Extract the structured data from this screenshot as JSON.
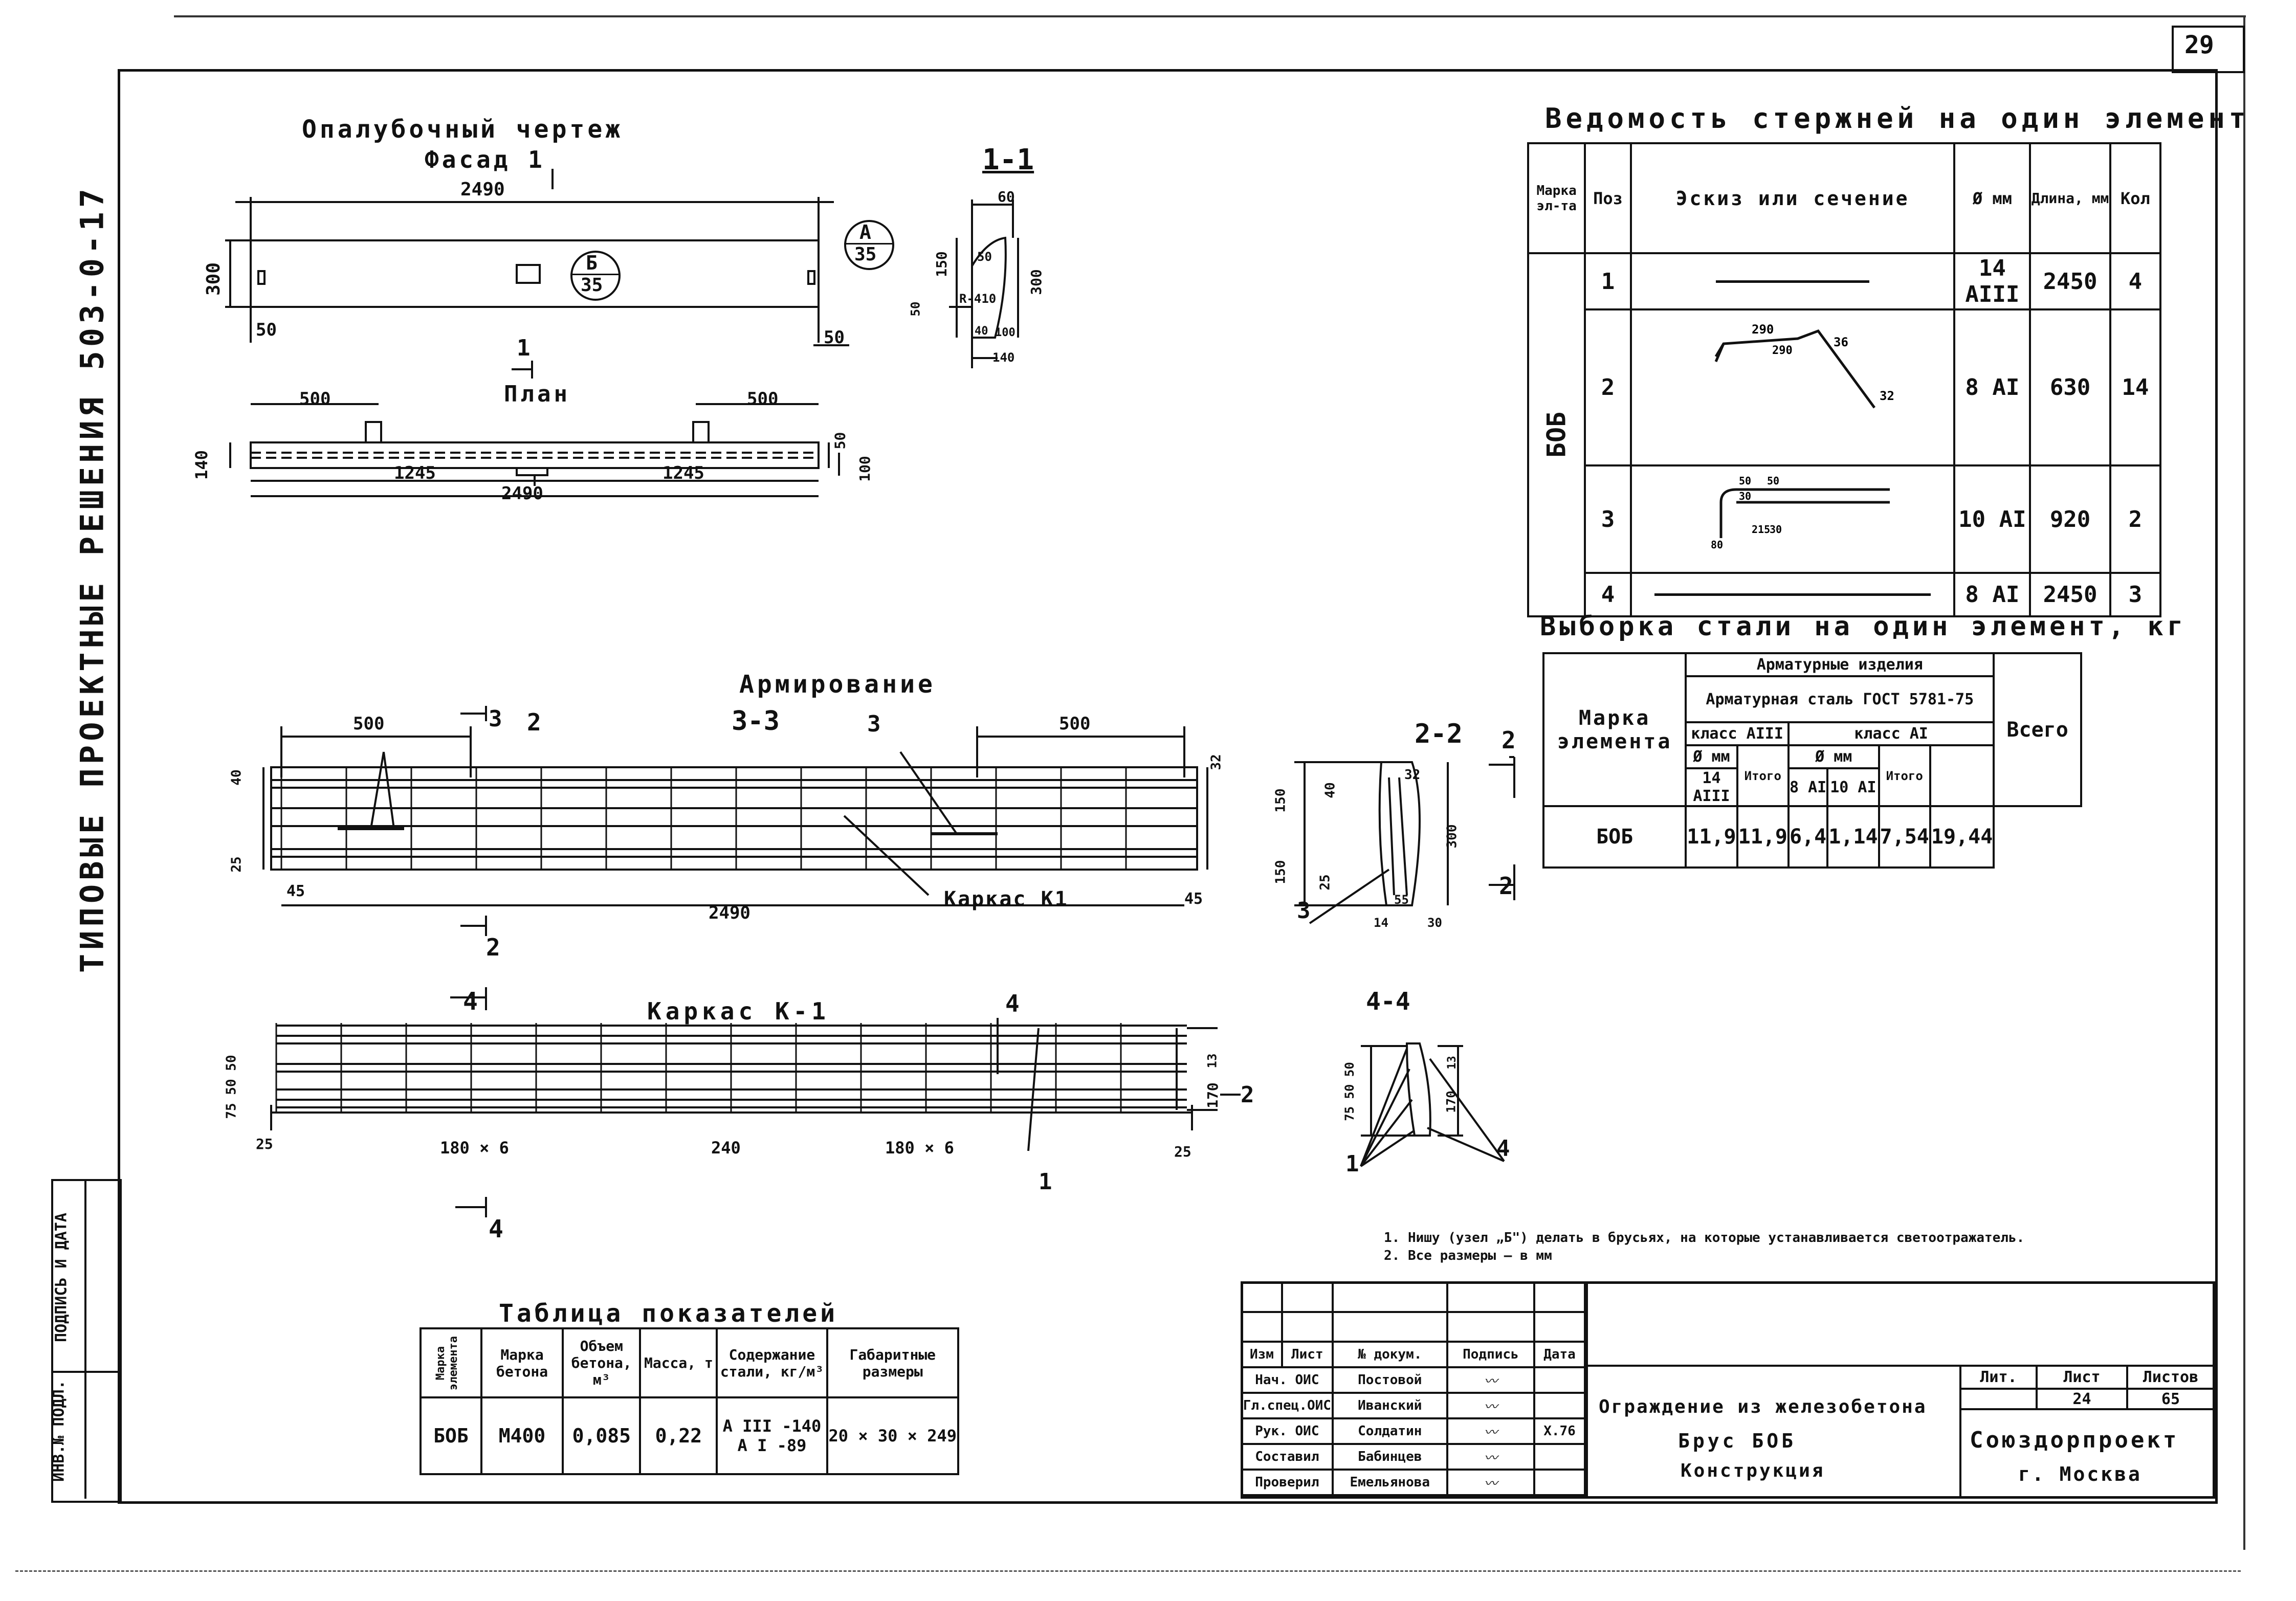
{
  "sheet": {
    "sheet_corner_number": "29",
    "side_series_title": "ТИПОВЫЕ ПРОЕКТНЫЕ РЕШЕНИЯ 503-0-17",
    "side_stamp": {
      "inv": "ИНВ.№ ПОДЛ.",
      "sign": "ПОДПИСЬ И ДАТА"
    }
  },
  "formwork": {
    "title": "Опалубочный чертеж",
    "facade": "Фасад 1",
    "plan": "План",
    "section_1": "1-1",
    "dims": {
      "length": "2490",
      "height": "300",
      "end": "50",
      "plan_width": "140",
      "plan_offset": "500",
      "plan_half": "1245",
      "plan_notch": "50",
      "plan_notch2": "100",
      "s1_top": "60",
      "s1_h1": "150",
      "s1_h2": "300",
      "s1_50": "50",
      "s1_r": "R-410",
      "s1_40": "40",
      "s1_100": "100",
      "s1_140": "140",
      "s1_50b": "50"
    },
    "callout_b": {
      "letter": "Б",
      "sheet": "35"
    },
    "callout_a": {
      "letter": "А",
      "sheet": "35"
    },
    "cut_mark": "1"
  },
  "rebar_schedule": {
    "title": "Ведомость стержней на один элемент",
    "headers": {
      "mark": "Марка эл-та",
      "pos": "Поз",
      "sketch": "Эскиз или сечение",
      "dia": "Ø мм",
      "length": "Длина, мм",
      "qty": "Кол"
    },
    "element_mark": "БОБ",
    "rows": [
      {
        "pos": "1",
        "dia": "14 АIII",
        "length": "2450",
        "qty": "4"
      },
      {
        "pos": "2",
        "dia": "8 АI",
        "length": "630",
        "qty": "14"
      },
      {
        "pos": "3",
        "dia": "10 АI",
        "length": "920",
        "qty": "2"
      },
      {
        "pos": "4",
        "dia": "8 АI",
        "length": "2450",
        "qty": "3"
      }
    ],
    "sketch_dims": {
      "p2_a": "290",
      "p2_b": "290",
      "p2_c": "36",
      "p2_d": "32",
      "p3_a": "50",
      "p3_b": "30",
      "p3_c": "80",
      "p3_d": "215",
      "p3_e": "30",
      "p3_f": "50"
    }
  },
  "steel_sample": {
    "title": "Выборка стали на один элемент, кг",
    "h_mark": "Марка элемента",
    "h_products": "Арматурные изделия",
    "h_steel": "Арматурная сталь ГОСТ 5781-75",
    "h_class3": "класс АIII",
    "h_class1": "класс АI",
    "h_total": "Всего",
    "h_dia": "Ø мм",
    "h_itogo": "Итого",
    "d14": "14 АIII",
    "d8": "8 АI",
    "d10": "10 АI",
    "row": {
      "mark": "БОБ",
      "v14": "11,9",
      "i3": "11,9",
      "v8": "6,4",
      "v10": "1,14",
      "i1": "7,54",
      "total": "19,44"
    }
  },
  "reinforcement": {
    "title": "Армирование",
    "section": "3-3",
    "frame_label": "Каркас К1",
    "dims": {
      "left": "500",
      "right": "500",
      "top": "40",
      "bot": "25",
      "edge": "32",
      "len": "2490",
      "end": "45"
    },
    "leader_3": "3",
    "cut": "2"
  },
  "section_22": {
    "title": "2-2",
    "dims": {
      "a": "40",
      "b": "32",
      "c": "150",
      "d": "150",
      "e": "300",
      "f": "25",
      "g": "55",
      "h": "14",
      "i": "30"
    },
    "pos": "3",
    "cut": "2"
  },
  "frame_k1": {
    "title": "Каркас К-1",
    "dims": {
      "left": "25",
      "p1": "180 × 6",
      "mid": "240",
      "p2": "180 × 6",
      "right": "25",
      "h1": "13",
      "h2": "170",
      "v": "75 50 50"
    },
    "cut": "4",
    "pos1": "1",
    "pos2": "2"
  },
  "section_44": {
    "title": "4-4",
    "dims": {
      "a": "13",
      "b": "170",
      "c": "75 50 50"
    },
    "pos1": "1",
    "pos4": "4"
  },
  "notes": [
    "1. Нишу (узел „Б\") делать в брусьях, на которые устанавливается светоотражатель.",
    "2. Все размеры – в мм"
  ],
  "indicators": {
    "title": "Таблица показателей",
    "headers": [
      "Марка элемента",
      "Марка бетона",
      "Объем бетона, м³",
      "Масса, т",
      "Содержание стали, кг/м³",
      "Габаритные размеры"
    ],
    "row": {
      "mark": "БОБ",
      "concrete": "М400",
      "volume": "0,085",
      "mass": "0,22",
      "steel_a3": "А III -140",
      "steel_a1": "А I -89",
      "size": "20 × 30 × 249"
    }
  },
  "title_block": {
    "cols": [
      "Изм",
      "Лист",
      "№ докум.",
      "Подпись",
      "Дата"
    ],
    "people": [
      {
        "role": "Нач. ОИС",
        "name": "Постовой"
      },
      {
        "role": "Гл.спец.ОИС",
        "name": "Иванский"
      },
      {
        "role": "Рук. ОИС",
        "name": "Солдатин"
      },
      {
        "role": "Составил",
        "name": "Бабинцев"
      },
      {
        "role": "Проверил",
        "name": "Емельянова"
      }
    ],
    "date_note": "X.76",
    "description": [
      "Ограждение из железобетона",
      "Брус БОБ",
      "Конструкция"
    ],
    "stage_h": "Лит.",
    "sheet_h": "Лист",
    "sheets_h": "Листов",
    "sheet_no": "24",
    "sheets_total": "65",
    "org": "Союздорпроект",
    "city": "г. Москва"
  }
}
